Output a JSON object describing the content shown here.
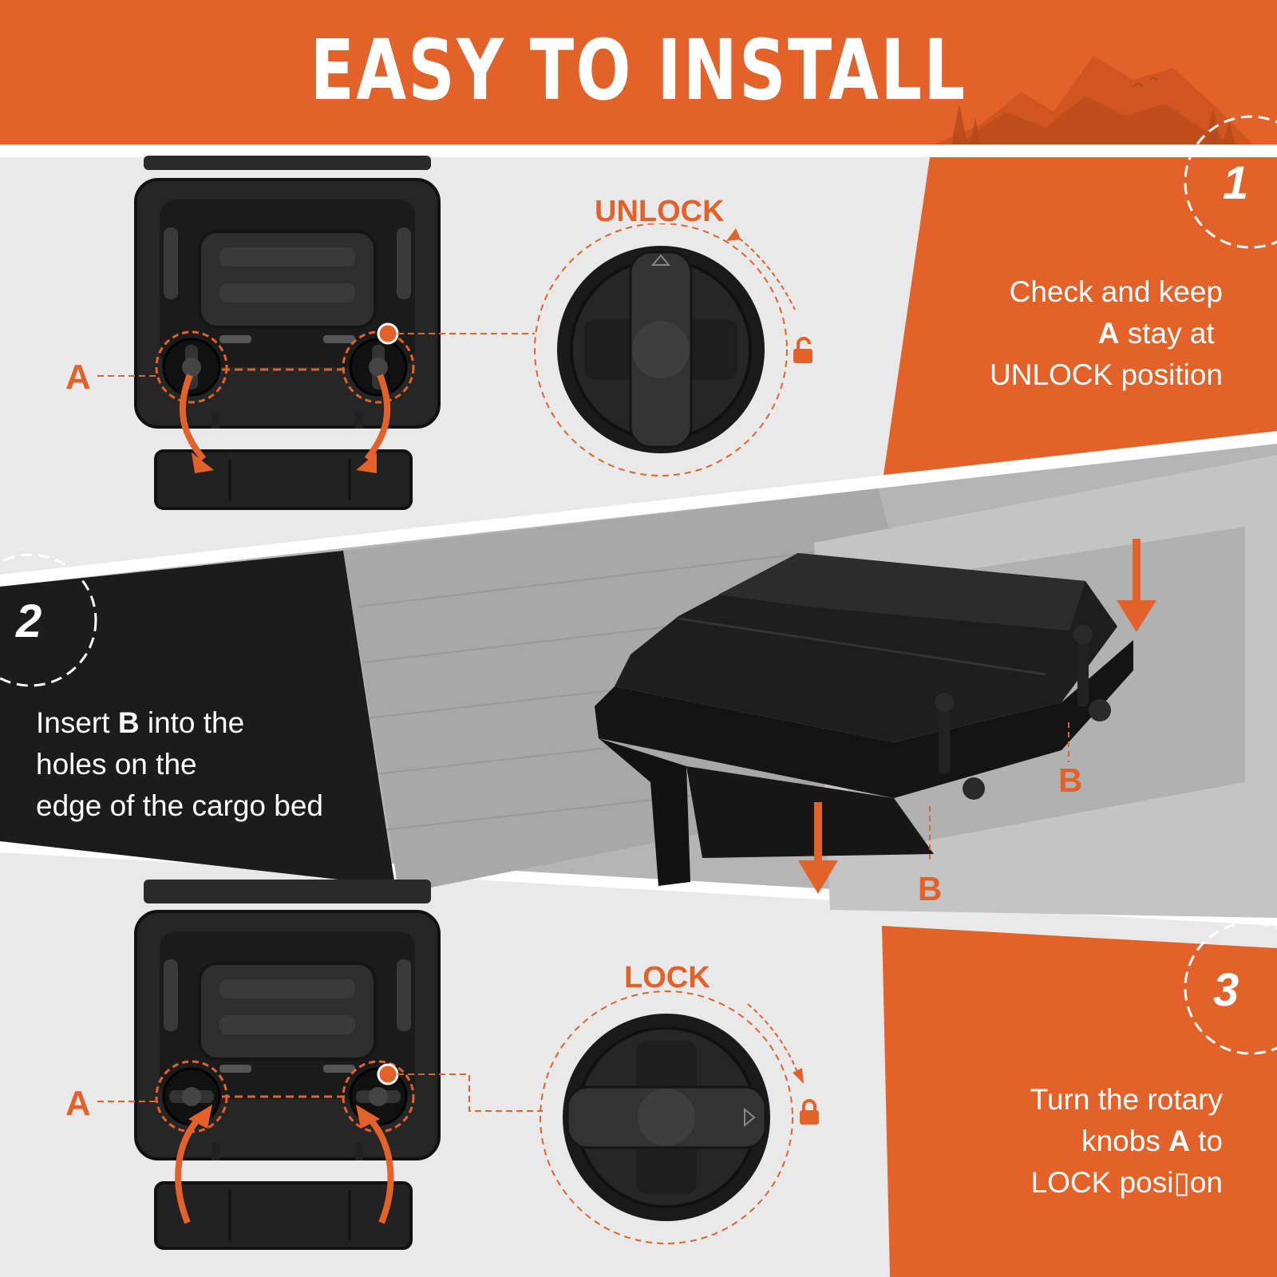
{
  "header": {
    "title": "EASY TO INSTALL"
  },
  "step1": {
    "number": "1",
    "state_label": "UNLOCK",
    "callout_letter": "A",
    "text_lines": [
      {
        "before": "Check and keep",
        "bold": "",
        "after": ""
      },
      {
        "before": "",
        "bold": "A",
        "after": " stay at"
      },
      {
        "before": "UNLOCK position",
        "bold": "",
        "after": ""
      }
    ]
  },
  "step2": {
    "number": "2",
    "callout_letter": "B",
    "text_lines": [
      {
        "before": "Insert ",
        "bold": "B",
        "after": " into the"
      },
      {
        "before": "holes on the",
        "bold": "",
        "after": ""
      },
      {
        "before": "edge of the cargo bed",
        "bold": "",
        "after": ""
      }
    ]
  },
  "step3": {
    "number": "3",
    "state_label": "LOCK",
    "callout_letter": "A",
    "text_lines": [
      {
        "before": "Turn the rotary",
        "bold": "",
        "after": ""
      },
      {
        "before": "knobs ",
        "bold": "A",
        "after": " to"
      },
      {
        "before": "LOCK posi▯on",
        "bold": "",
        "after": ""
      }
    ]
  },
  "colors": {
    "accent": "#e2622a",
    "dark": "#1c1c1c",
    "panel_light": "#e9e9e9"
  },
  "icons": {
    "unlock": "unlocked-padlock-icon",
    "lock": "locked-padlock-icon"
  }
}
